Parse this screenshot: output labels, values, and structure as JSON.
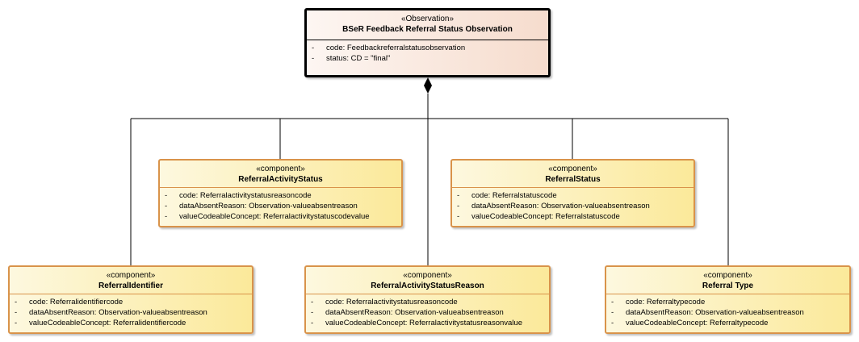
{
  "main": {
    "stereotype": "«Observation»",
    "name": "BSeR Feedback Referral Status Observation",
    "attrs": [
      "code: Feedbackreferralstatusobservation",
      "status: CD = \"final\""
    ]
  },
  "activity_status": {
    "stereotype": "«component»",
    "name": "ReferralActivityStatus",
    "attrs": [
      "code: Referralactivitystatusreasoncode",
      "dataAbsentReason: Observation-valueabsentreason",
      "valueCodeableConcept: Referralactivitystatuscodevalue"
    ]
  },
  "status": {
    "stereotype": "«component»",
    "name": "ReferralStatus",
    "attrs": [
      "code: Referralstatuscode",
      "dataAbsentReason: Observation-valueabsentreason",
      "valueCodeableConcept: Referralstatuscode"
    ]
  },
  "identifier": {
    "stereotype": "«component»",
    "name": "ReferralIdentifier",
    "attrs": [
      "code: Referralidentifiercode",
      "dataAbsentReason: Observation-valueabsentreason",
      "valueCodeableConcept: Referralidentifiercode"
    ]
  },
  "activity_status_reason": {
    "stereotype": "«component»",
    "name": "ReferralActivityStatusReason",
    "attrs": [
      "code: Referralactivitystatusreasoncode",
      "dataAbsentReason: Observation-valueabsentreason",
      "valueCodeableConcept: Referralactivitystatusreasonvalue"
    ]
  },
  "type": {
    "stereotype": "«component»",
    "name": "Referral Type",
    "attrs": [
      "code: Referraltypecode",
      "dataAbsentReason: Observation-valueabsentreason",
      "valueCodeableConcept: Referraltypecode"
    ]
  },
  "attr_marker": "-"
}
